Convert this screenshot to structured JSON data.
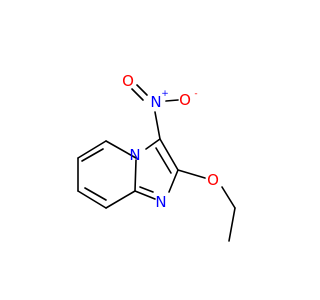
{
  "molecule": {
    "atoms": {
      "ring_n": {
        "label": "N",
        "color": "#0000ff"
      },
      "imine_n": {
        "label": "N",
        "color": "#0000ff"
      },
      "nitro_n": {
        "label": "N",
        "color": "#0000ff",
        "charge": "+"
      },
      "nitro_o": {
        "label": "O",
        "color": "#ff0000",
        "charge": "-"
      },
      "nitro_o2": {
        "label": "O",
        "color": "#ff0000"
      },
      "ether_o": {
        "label": "O",
        "color": "#ff0000"
      }
    }
  }
}
